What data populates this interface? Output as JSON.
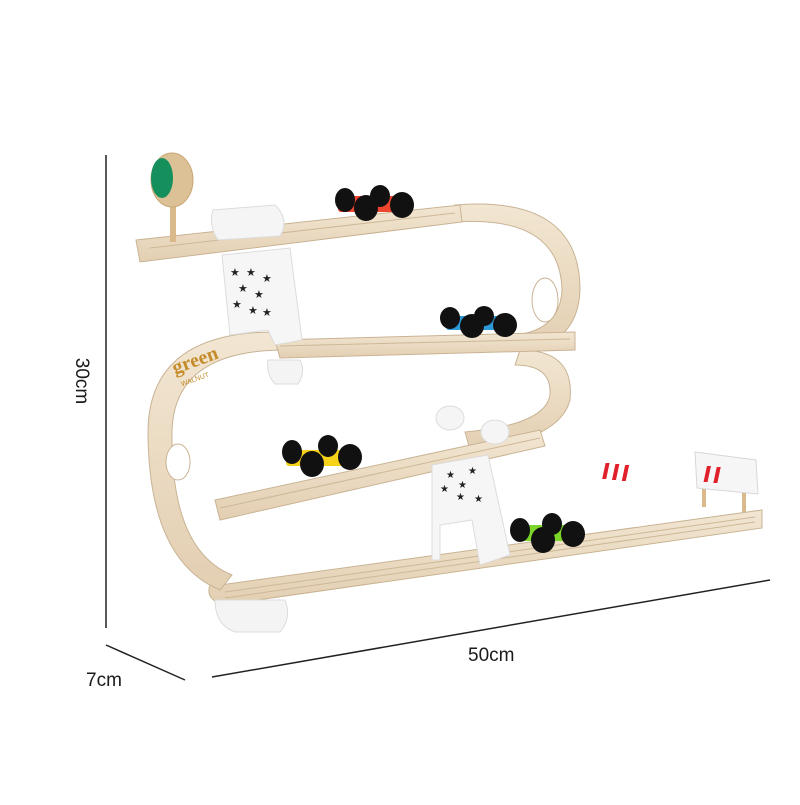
{
  "product": {
    "brand_top": "green",
    "brand_bottom": "WALNUT",
    "description": "Wooden multi-level car ramp toy with four toy cars"
  },
  "dimensions": {
    "height": "30cm",
    "width": "50cm",
    "depth": "7cm"
  },
  "cars": [
    {
      "color_name": "red",
      "color": "#f0452f",
      "level": 1
    },
    {
      "color_name": "blue",
      "color": "#2d9ad8",
      "level": 2
    },
    {
      "color_name": "yellow",
      "color": "#f7d21a",
      "level": 3
    },
    {
      "color_name": "green",
      "color": "#7dd52a",
      "level": 4
    }
  ],
  "colors": {
    "wood": "#ecdcc4",
    "wood_dark": "#d8c3a3",
    "white_parts": "#f6f6f6",
    "signal_green": "#15905d",
    "barrier_red": "#e0202a",
    "dimension_line": "#222222"
  }
}
